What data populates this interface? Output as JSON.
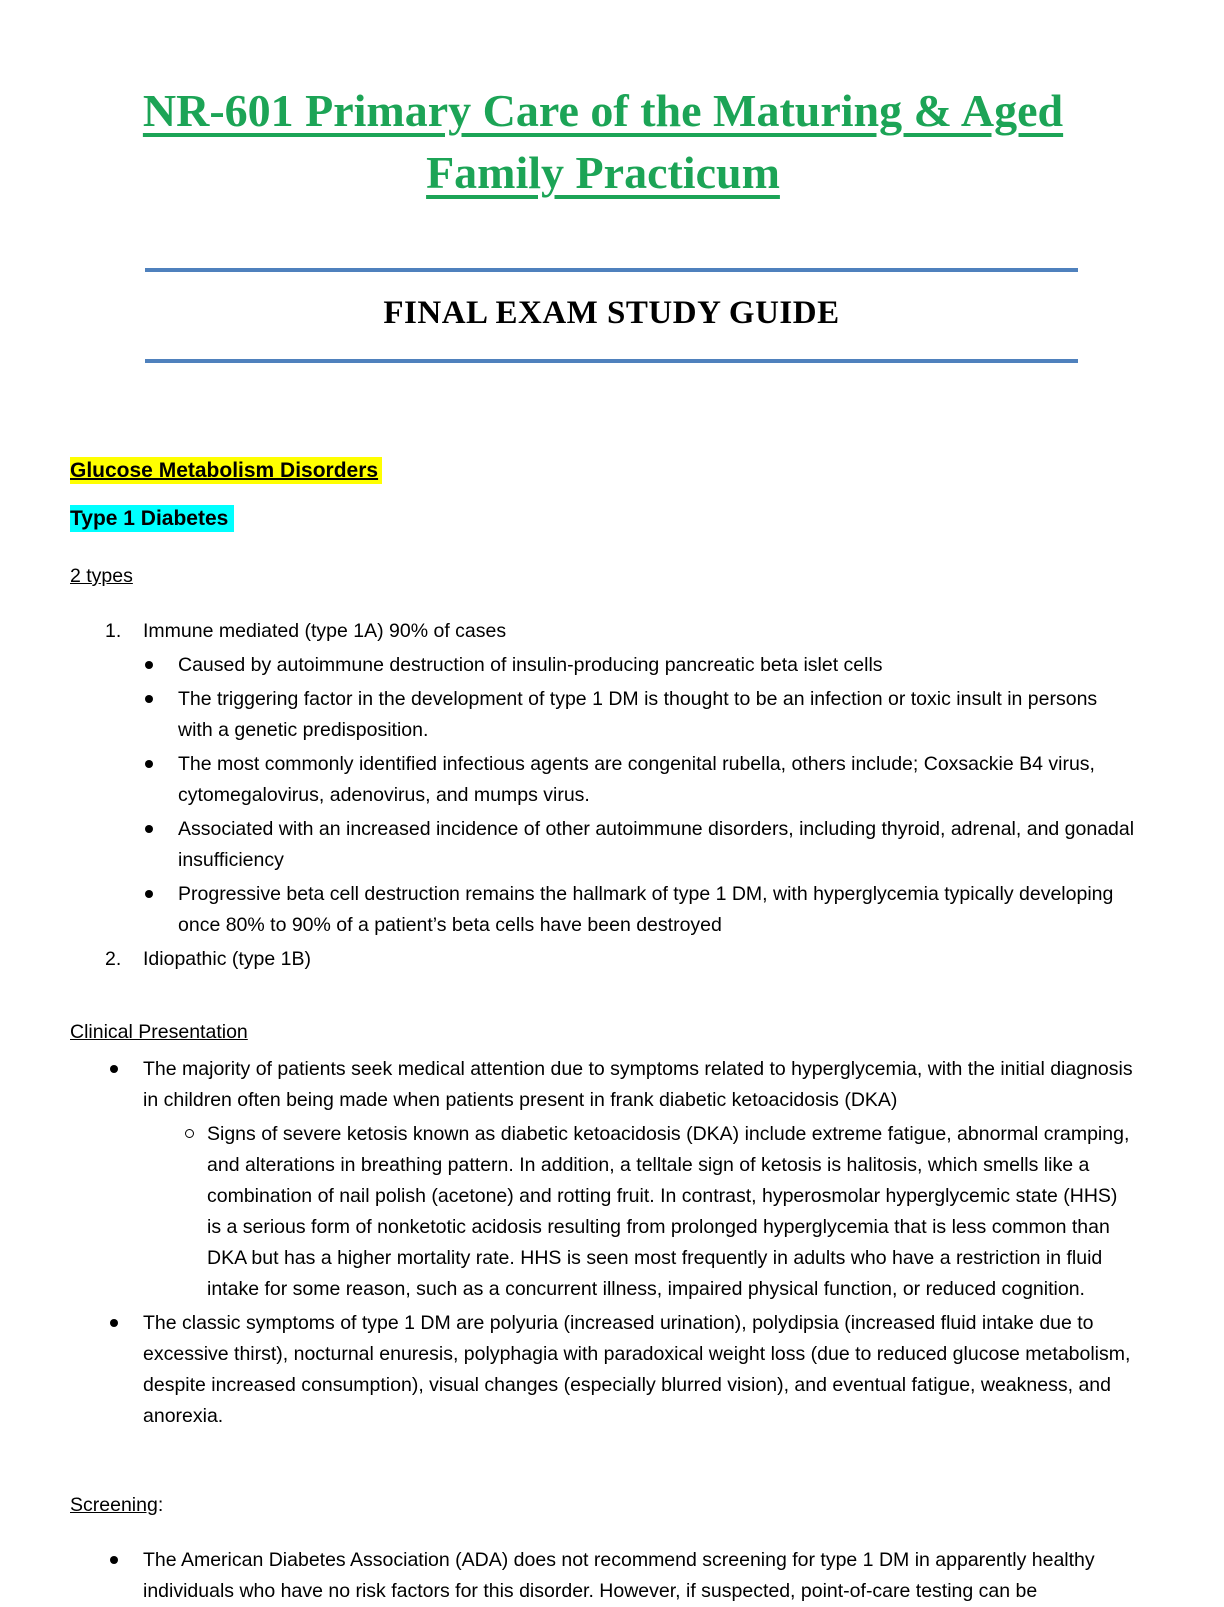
{
  "document": {
    "title_line1": "NR-601 Primary Care of the Maturing & Aged",
    "title_line2": "Family Practicum",
    "subtitle": "FINAL EXAM STUDY GUIDE"
  },
  "colors": {
    "title_green": "#1CA456",
    "divider_blue": "#4F81BD",
    "highlight_yellow": "#FFFF00",
    "highlight_cyan": "#00FFFF"
  },
  "glucose_section": {
    "heading": "Glucose Metabolism Disorders",
    "subheading": "Type 1 Diabetes",
    "types_heading": "2 types",
    "item1_number": "1.",
    "item1_text": "Immune mediated (type 1A) 90% of cases",
    "item1_bullets": [
      "Caused by autoimmune destruction of insulin-producing pancreatic beta islet cells",
      "The triggering factor in the development of type 1 DM is thought to be an infection or toxic insult in persons with a genetic predisposition.",
      "The most commonly identified infectious agents are congenital rubella, others include; Coxsackie B4 virus, cytomegalovirus, adenovirus, and mumps virus.",
      "Associated with an increased incidence of other autoimmune disorders, including thyroid, adrenal, and gonadal insufficiency",
      "Progressive beta cell destruction remains the hallmark of type 1 DM, with hyperglycemia typically developing once 80% to 90% of a patient’s beta cells have been destroyed"
    ],
    "item2_number": "2.",
    "item2_text": "Idiopathic (type 1B)"
  },
  "clinical_section": {
    "heading": "Clinical Presentation",
    "bullet1": "The majority of patients seek medical attention due to symptoms related to hyperglycemia, with the initial diagnosis in children often being made when patients present in frank diabetic ketoacidosis (DKA)",
    "bullet1_sub": "Signs of severe ketosis known as diabetic ketoacidosis (DKA) include extreme fatigue, abnormal cramping, and alterations in breathing pattern. In addition, a telltale sign of ketosis is halitosis, which smells like a combination of nail polish (acetone) and rotting fruit. In contrast, hyperosmolar hyperglycemic state (HHS) is a serious form of nonketotic acidosis resulting from prolonged hyperglycemia that is less common than DKA but has a higher mortality rate. HHS is seen most frequently in adults who have a restriction in fluid intake for some reason, such as a concurrent illness, impaired physical function, or reduced cognition.",
    "bullet2": "The classic symptoms of type 1 DM are polyuria (increased urination), polydipsia (increased fluid intake due to excessive thirst), nocturnal enuresis, polyphagia with paradoxical weight loss (due to reduced glucose metabolism, despite increased consumption), visual changes (especially blurred vision), and eventual fatigue, weakness, and anorexia."
  },
  "screening_section": {
    "heading": "Screening",
    "colon": ":",
    "bullet1": "The American Diabetes Association (ADA) does not recommend screening for type 1 DM in apparently healthy individuals who have no risk factors for this disorder. However, if suspected, point-of-care testing can be"
  }
}
